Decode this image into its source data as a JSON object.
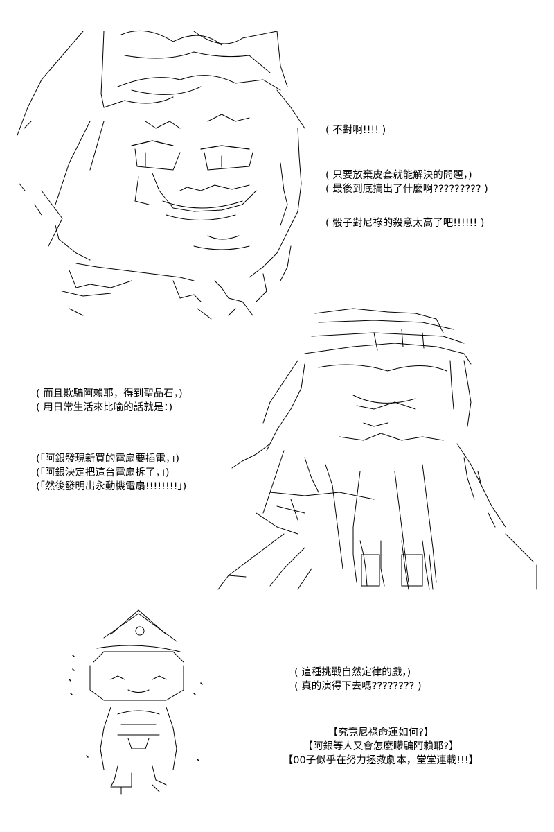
{
  "captions": {
    "c1": [
      "( 不對啊!!!! )"
    ],
    "c2": [
      "( 只要放棄皮套就能解決的問題，)",
      "( 最後到底搞出了什麼啊????????? )"
    ],
    "c3": [
      "( 骰子對尼祿的殺意太高了吧!!!!!! )"
    ],
    "c4": [
      "( 而且欺騙阿賴耶，得到聖晶石，)",
      "( 用日常生活來比喻的話就是：)"
    ],
    "c5": [
      "(「阿銀發現新買的電扇要插電，」)",
      "(「阿銀決定把這台電扇拆了，」)",
      "(「然後發明出永動機電扇!!!!!!!!」)"
    ],
    "c6": [
      "( 這種挑戰自然定律的戲，)",
      "( 真的演得下去嗎???????? )"
    ],
    "c7": [
      "【究竟尼祿命運如何?】",
      "【阿銀等人又會怎麼矇騙阿賴耶?】",
      "【00子似乎在努力拯救劇本，堂堂連載!!!】"
    ]
  },
  "art": {
    "figure1": "aa-art-nero-face",
    "figure2": "aa-art-standing-figure",
    "figure3": "aa-art-small-mascot"
  }
}
